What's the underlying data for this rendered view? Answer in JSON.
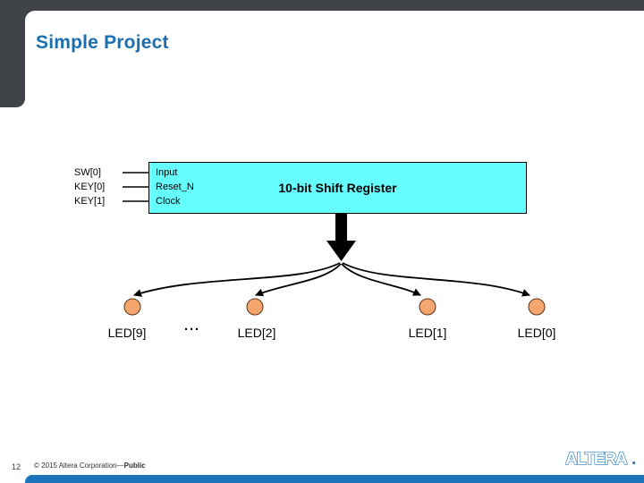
{
  "slide": {
    "title": "Simple Project",
    "page_number": "12",
    "footer_copyright": "© 2015 Altera Corporation—",
    "footer_classification": "Public",
    "logo_text": "ALTERA",
    "logo_dot": "."
  },
  "diagram": {
    "inputs": [
      "SW[0]",
      "KEY[0]",
      "KEY[1]"
    ],
    "register_box": {
      "port_labels": [
        "Input",
        "Reset_N",
        "Clock"
      ],
      "title": "10-bit Shift Register"
    },
    "ellipsis": "···",
    "outputs": [
      {
        "label": "LED[9]"
      },
      {
        "label": "LED[2]"
      },
      {
        "label": "LED[1]"
      },
      {
        "label": "LED[0]"
      }
    ]
  },
  "colors": {
    "header_dark": "#3F4347",
    "title_blue": "#1C6FAF",
    "box_cyan": "#66FFFF",
    "led_orange": "#F5A56E",
    "led_outline": "#5C3317",
    "footer_bar_blue": "#1B75BC",
    "line_black": "#000000"
  }
}
